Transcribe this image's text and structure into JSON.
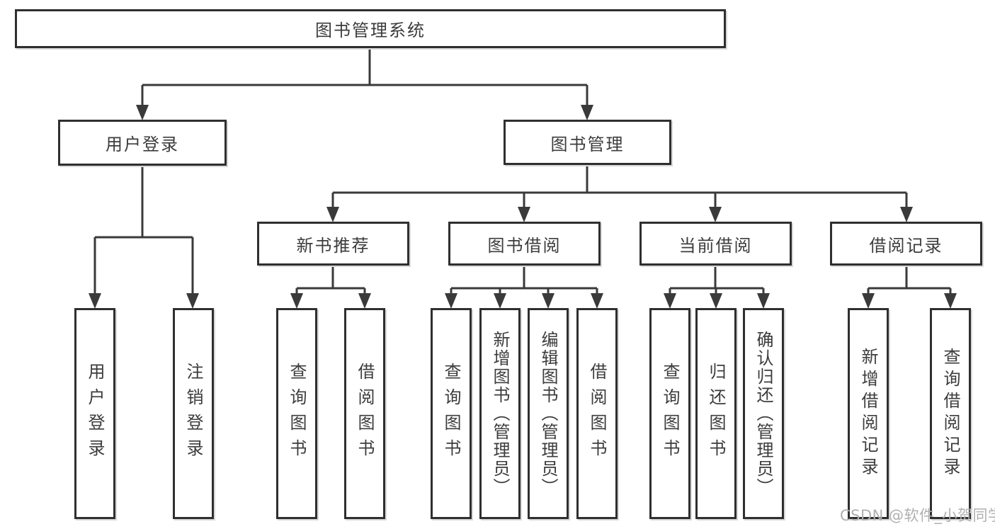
{
  "diagram": {
    "title": "图书管理系统",
    "level2": [
      {
        "label": "用户登录"
      },
      {
        "label": "图书管理"
      }
    ],
    "level3": [
      {
        "label": "新书推荐"
      },
      {
        "label": "图书借阅"
      },
      {
        "label": "当前借阅"
      },
      {
        "label": "借阅记录"
      }
    ],
    "leaves": {
      "user_login": [
        "用户登录",
        "注销登录"
      ],
      "new_book": [
        "查询图书",
        "借阅图书"
      ],
      "book_borrow": [
        "查询图书",
        "新增图书（管理员）",
        "编辑图书（管理员）",
        "借阅图书"
      ],
      "current_borrow": [
        "查询图书",
        "归还图书",
        "确认归还（管理员）"
      ],
      "borrow_record": [
        "新增借阅记录",
        "查询借阅记录"
      ]
    }
  },
  "watermark": {
    "text": "CSDN @软件_小贺同学"
  },
  "colors": {
    "line": "#3a3a3a",
    "box_border": "#2f2f2f",
    "text": "#3c3c3c",
    "watermark": "#b0b0b0",
    "background": "#ffffff"
  }
}
